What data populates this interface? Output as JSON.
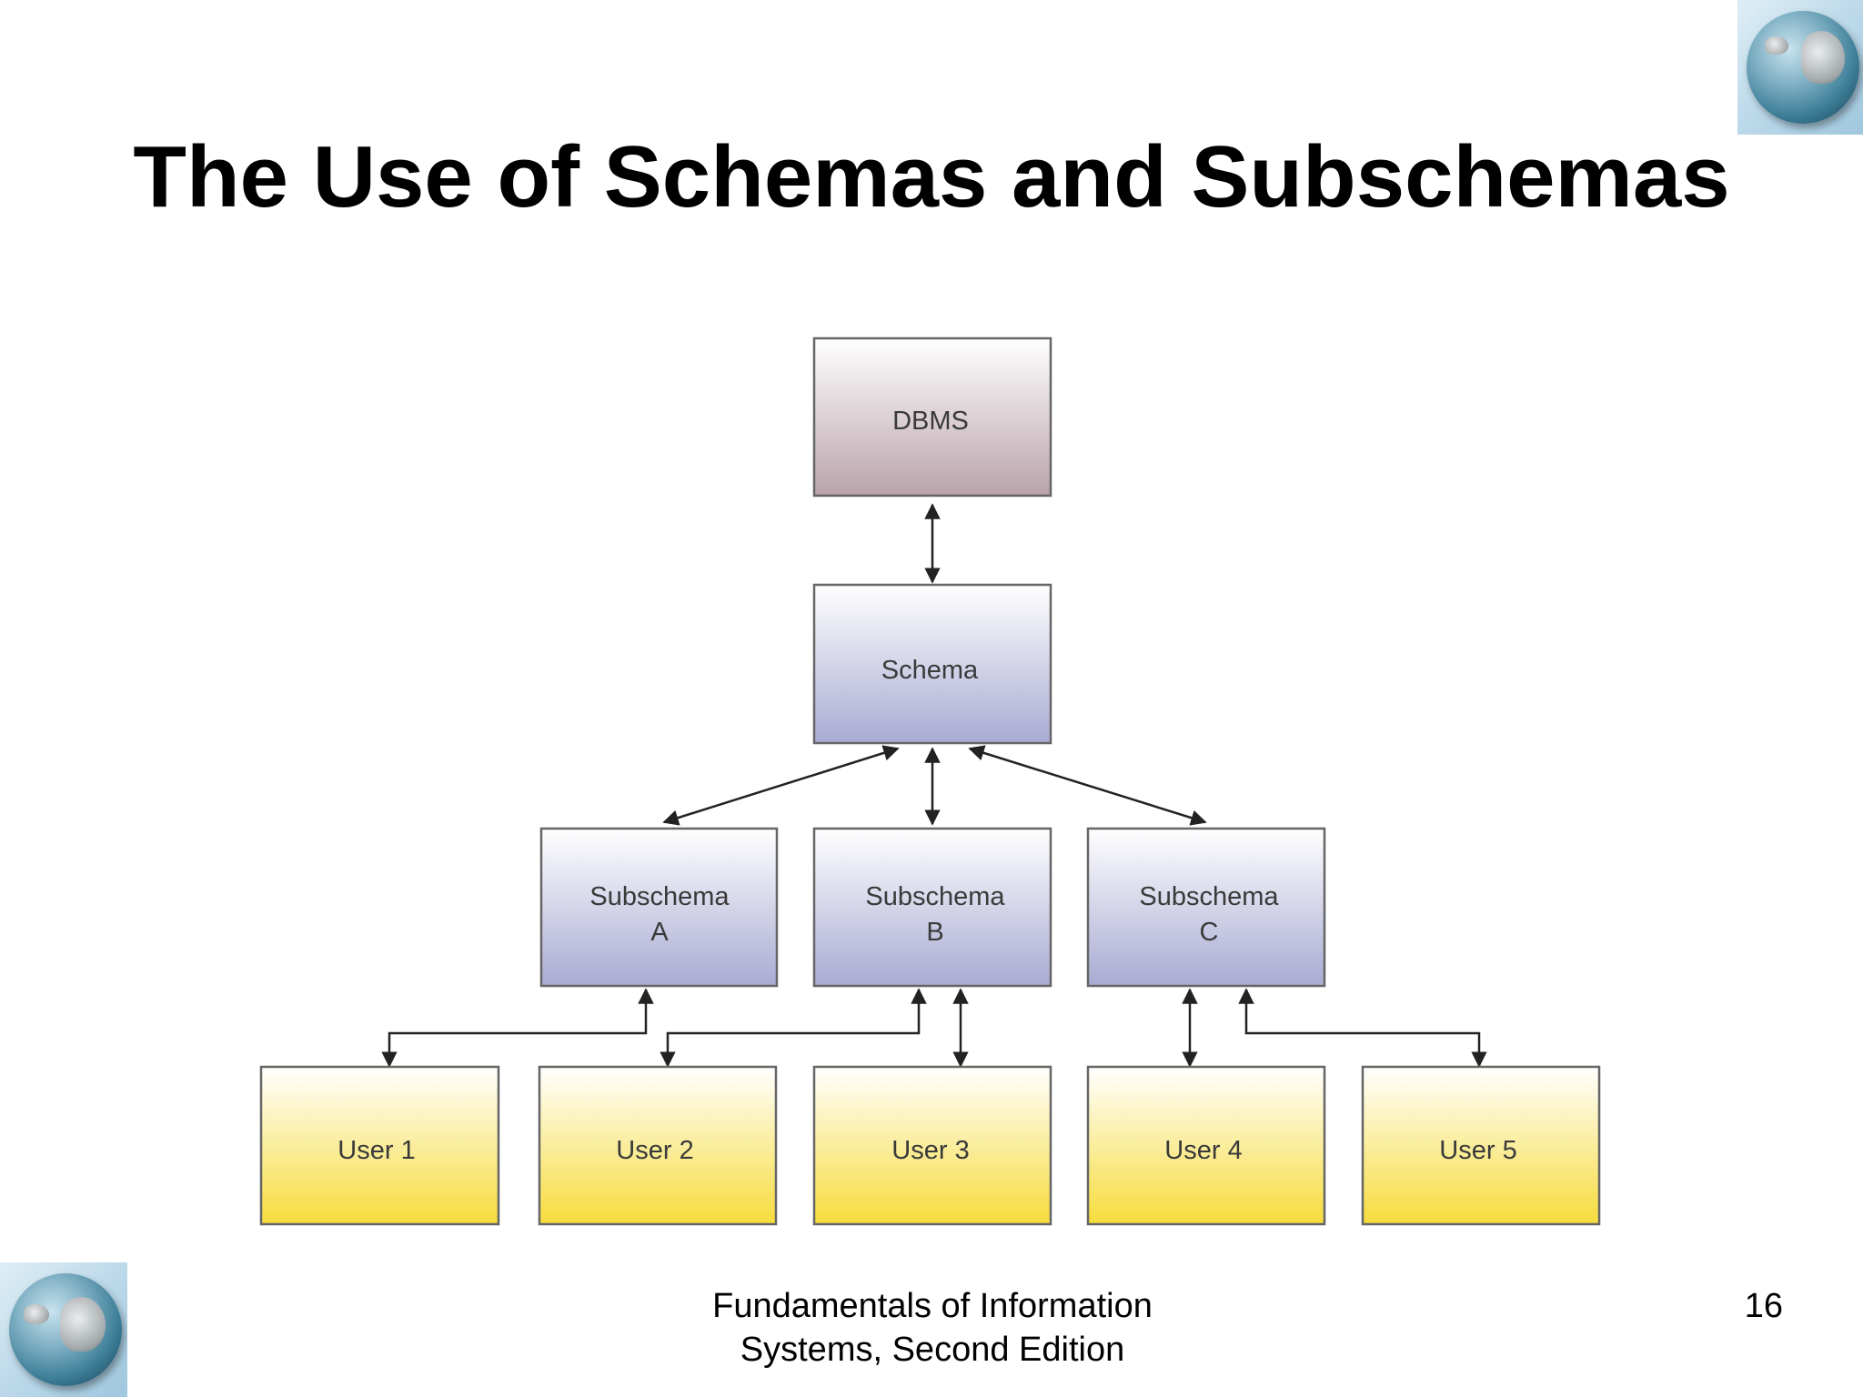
{
  "slide": {
    "title": "The Use of Schemas and Subschemas",
    "footer_line1": "Fundamentals of Information",
    "footer_line2": "Systems, Second Edition",
    "page_number": "16"
  },
  "diagram": {
    "dbms": "DBMS",
    "schema": "Schema",
    "subschemas": [
      {
        "line1": "Subschema",
        "line2": "A"
      },
      {
        "line1": "Subschema",
        "line2": "B"
      },
      {
        "line1": "Subschema",
        "line2": "C"
      }
    ],
    "users": [
      "User 1",
      "User 2",
      "User 3",
      "User 4",
      "User 5"
    ]
  },
  "icons": [
    "globe-icon",
    "globe-icon"
  ],
  "colors": {
    "dbms_box": "#c7b3b8",
    "schema_box": "#b5b7d8",
    "user_box": "#f8df4a"
  }
}
